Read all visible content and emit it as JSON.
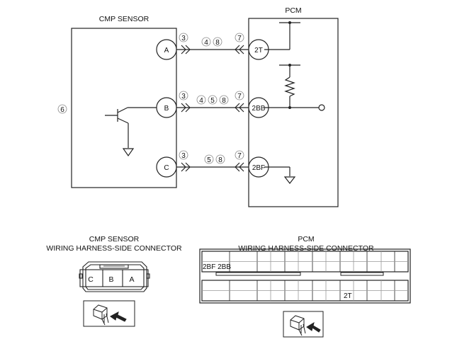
{
  "schematic": {
    "sensor_title": "CMP SENSOR",
    "pcm_title": "PCM",
    "sensor_label_num": "6",
    "wires": [
      {
        "sensor_pin": "A",
        "pcm_pin": "2T",
        "near_sensor_num": "3",
        "mid_nums": [
          "4",
          "8"
        ],
        "near_pcm_num": "7"
      },
      {
        "sensor_pin": "B",
        "pcm_pin": "2BB",
        "near_sensor_num": "3",
        "mid_nums": [
          "4",
          "5",
          "8"
        ],
        "near_pcm_num": "7"
      },
      {
        "sensor_pin": "C",
        "pcm_pin": "2BF",
        "near_sensor_num": "3",
        "mid_nums": [
          "5",
          "8"
        ],
        "near_pcm_num": "7"
      }
    ]
  },
  "sensor_connector": {
    "title_line1": "CMP SENSOR",
    "title_line2": "WIRING HARNESS-SIDE CONNECTOR",
    "pins": [
      "C",
      "B",
      "A"
    ]
  },
  "pcm_connector": {
    "title_line1": "PCM",
    "title_line2": "WIRING HARNESS-SIDE CONNECTOR",
    "upper_row_label": "2BF 2BB",
    "lower_row_label": "2T"
  }
}
